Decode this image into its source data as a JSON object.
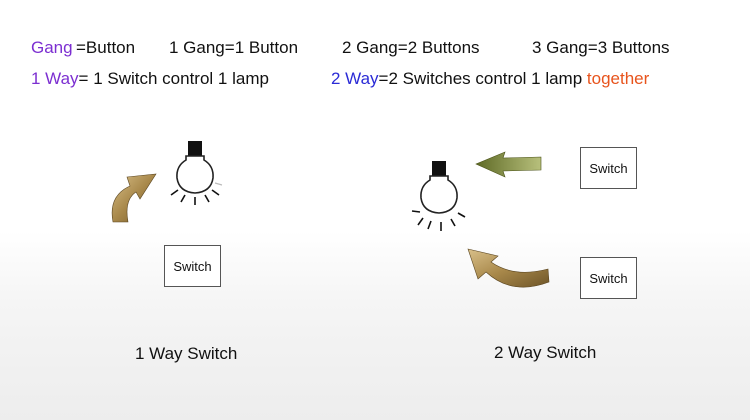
{
  "legend": {
    "line1": {
      "gang_word": "Gang",
      "gang_def": "=Button",
      "one_gang": "1 Gang=1 Button",
      "two_gang": "2 Gang=2 Buttons",
      "three_gang": "3 Gang=3 Buttons"
    },
    "line2": {
      "one_way_word": "1 Way",
      "one_way_def": "= 1 Switch control 1 lamp",
      "two_way_word": "2 Way",
      "two_way_def": "=2 Switches control 1 lamp ",
      "together": "together"
    }
  },
  "left_diagram": {
    "switch_label": "Switch",
    "caption": "1 Way Switch"
  },
  "right_diagram": {
    "switch_top_label": "Switch",
    "switch_bottom_label": "Switch",
    "caption": "2 Way Switch"
  },
  "colors": {
    "purple": "#7c2fd1",
    "blue": "#2b2bd6",
    "orange": "#e8541d",
    "arrow_gold": "#a8884a",
    "arrow_olive": "#7d8a3a"
  },
  "icons": [
    "light-bulb-icon",
    "curved-arrow-icon",
    "straight-arrow-icon"
  ]
}
